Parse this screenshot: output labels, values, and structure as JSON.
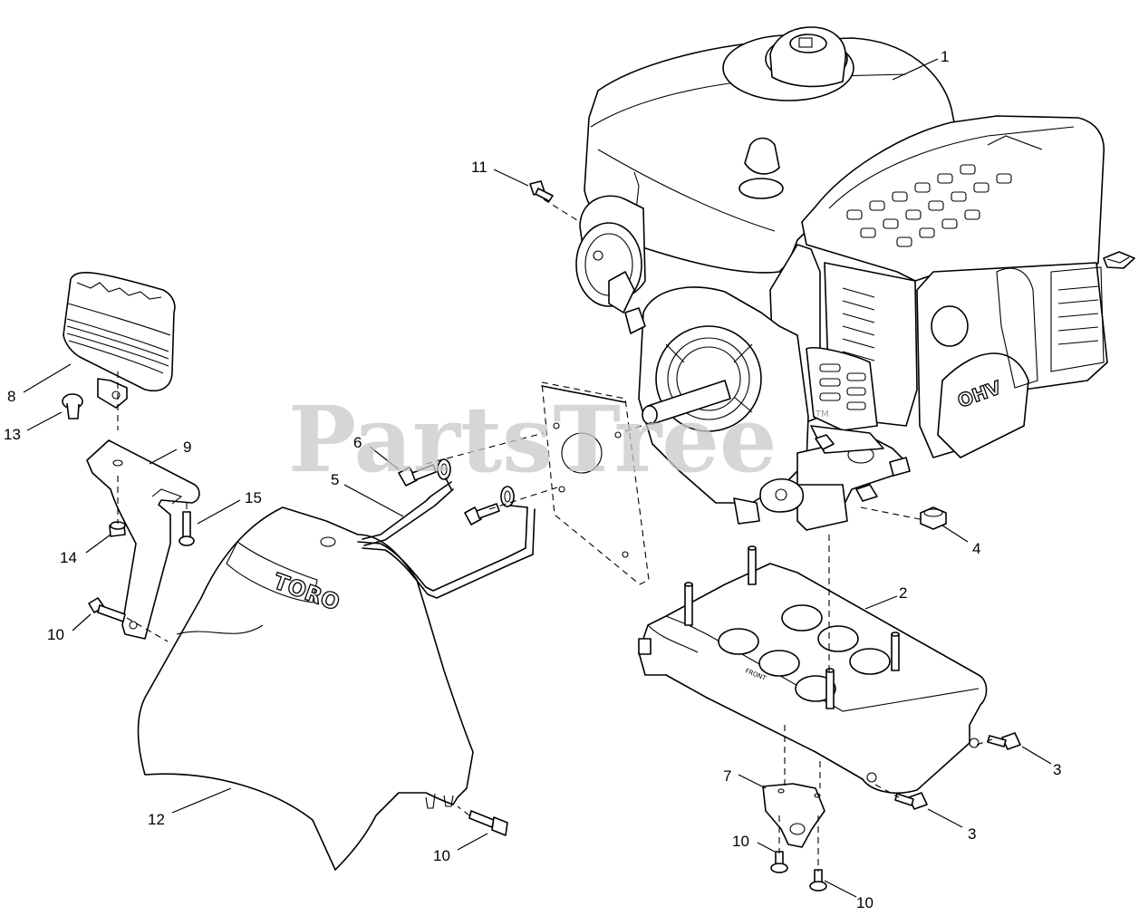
{
  "watermark": "PartsTree",
  "trademark": "TM",
  "engine_badge": "OHV",
  "mount_label": "FRONT",
  "shroud_logo": "TORO",
  "callouts": [
    {
      "id": "c1",
      "label": "1"
    },
    {
      "id": "c2",
      "label": "2"
    },
    {
      "id": "c3a",
      "label": "3"
    },
    {
      "id": "c3b",
      "label": "3"
    },
    {
      "id": "c4",
      "label": "4"
    },
    {
      "id": "c5",
      "label": "5"
    },
    {
      "id": "c6",
      "label": "6"
    },
    {
      "id": "c7",
      "label": "7"
    },
    {
      "id": "c8",
      "label": "8"
    },
    {
      "id": "c9",
      "label": "9"
    },
    {
      "id": "c10a",
      "label": "10"
    },
    {
      "id": "c10b",
      "label": "10"
    },
    {
      "id": "c10c",
      "label": "10"
    },
    {
      "id": "c10d",
      "label": "10"
    },
    {
      "id": "c11",
      "label": "11"
    },
    {
      "id": "c12",
      "label": "12"
    },
    {
      "id": "c13",
      "label": "13"
    },
    {
      "id": "c14",
      "label": "14"
    },
    {
      "id": "c15",
      "label": "15"
    }
  ]
}
